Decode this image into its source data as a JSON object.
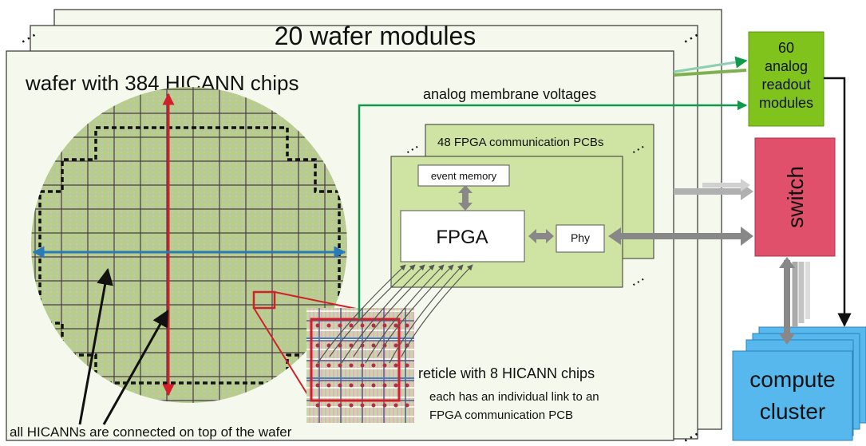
{
  "wafer_modules": {
    "title": "20 wafer modules"
  },
  "wafer": {
    "title": "wafer with 384 HICANN chips"
  },
  "analog_voltages": {
    "label": "analog membrane voltages"
  },
  "readout": {
    "line1": "60",
    "line2": "analog",
    "line3": "readout",
    "line4": "modules"
  },
  "switch": {
    "label": "switch"
  },
  "pcb": {
    "title": "48 FPGA communication PCBs"
  },
  "event_memory": {
    "label": "event memory"
  },
  "fpga": {
    "label": "FPGA"
  },
  "phy": {
    "label": "Phy"
  },
  "reticle": {
    "title": "reticle with 8 HICANN chips",
    "desc_line1": "each has an individual link to an",
    "desc_line2": "FPGA communication PCB"
  },
  "wafer_caption": {
    "label": "all HICANNs are connected on top of the wafer"
  },
  "cluster": {
    "line1": "compute",
    "line2": "cluster"
  },
  "ellipsis": {
    "symbol": "…"
  },
  "colors": {
    "module_bg": "#f5f8ec",
    "wafer_fill": "#b5cf8a",
    "pcb_fill": "#cfe4a2",
    "readout_fill": "#7fc31c",
    "switch_fill": "#e0506a",
    "cluster_fill": "#56b8ec",
    "analog_line": "#0e9a4a",
    "red_line": "#d0202a",
    "blue_line": "#2a7ab8"
  }
}
